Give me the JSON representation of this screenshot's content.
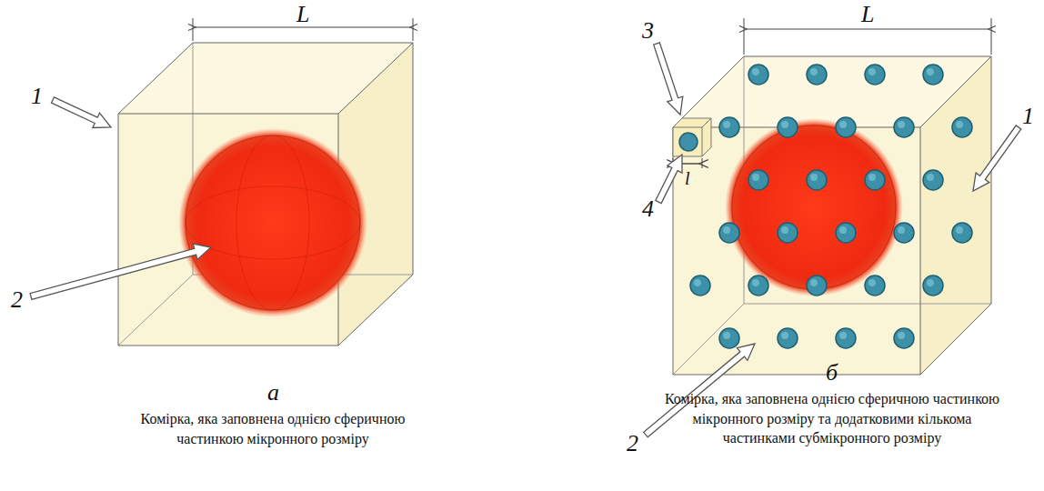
{
  "diagram": {
    "labels": [
      "L",
      "1",
      "2",
      "а",
      "Комірка, яка заповнена однією сферичною частинкою мікронного розміру",
      "L",
      "3",
      "4",
      "l",
      "1",
      "2",
      "б",
      "Комірка, яка заповнена однією сферичною частинкою мікронного розміру та додатковими кількома частинками субмікронного розміру"
    ]
  }
}
